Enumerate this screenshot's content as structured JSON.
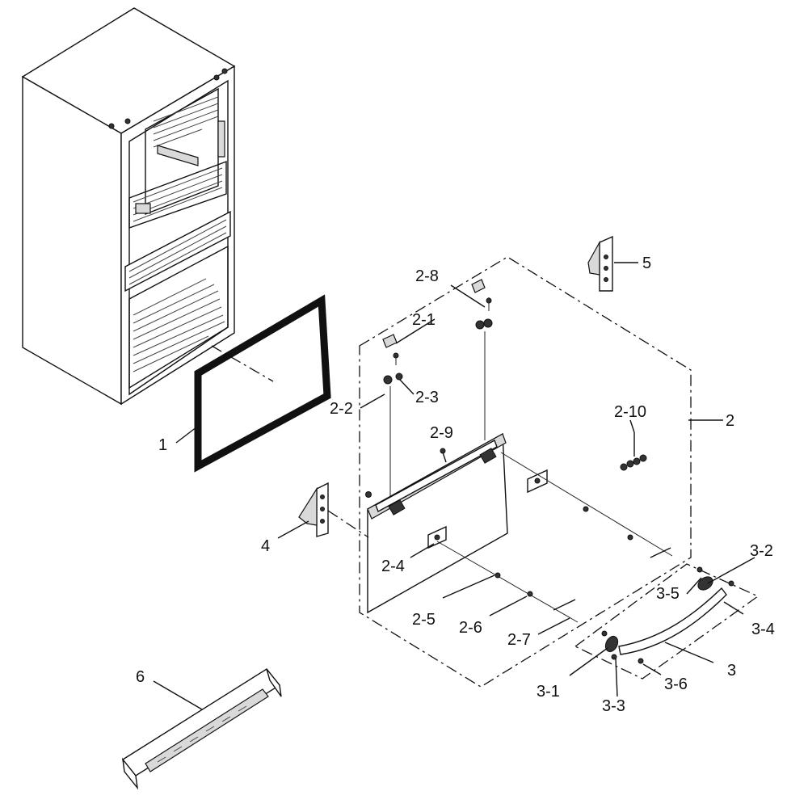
{
  "diagram": {
    "callouts": [
      {
        "id": "c1",
        "label": "1"
      },
      {
        "id": "c2",
        "label": "2"
      },
      {
        "id": "c2_1",
        "label": "2-1"
      },
      {
        "id": "c2_2",
        "label": "2-2"
      },
      {
        "id": "c2_3",
        "label": "2-3"
      },
      {
        "id": "c2_4",
        "label": "2-4"
      },
      {
        "id": "c2_5",
        "label": "2-5"
      },
      {
        "id": "c2_6",
        "label": "2-6"
      },
      {
        "id": "c2_7",
        "label": "2-7"
      },
      {
        "id": "c2_8",
        "label": "2-8"
      },
      {
        "id": "c2_9",
        "label": "2-9"
      },
      {
        "id": "c2_10",
        "label": "2-10"
      },
      {
        "id": "c3",
        "label": "3"
      },
      {
        "id": "c3_1",
        "label": "3-1"
      },
      {
        "id": "c3_2",
        "label": "3-2"
      },
      {
        "id": "c3_3",
        "label": "3-3"
      },
      {
        "id": "c3_4",
        "label": "3-4"
      },
      {
        "id": "c3_5",
        "label": "3-5"
      },
      {
        "id": "c3_6",
        "label": "3-6"
      },
      {
        "id": "c4",
        "label": "4"
      },
      {
        "id": "c5",
        "label": "5"
      },
      {
        "id": "c6",
        "label": "6"
      }
    ]
  }
}
